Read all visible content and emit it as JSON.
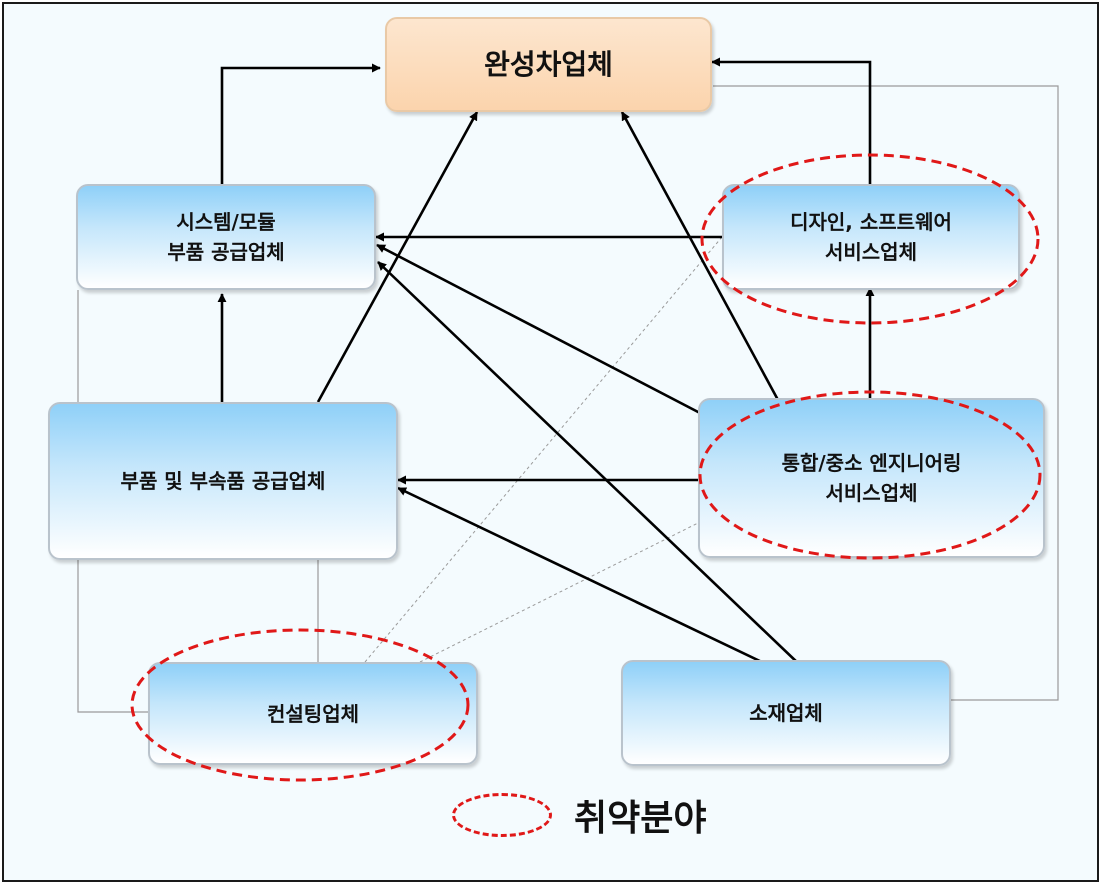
{
  "nodes": {
    "oem": "완성차업체",
    "system_module": "시스템/모듈\n부품 공급업체",
    "design_software": "디자인, 소프트웨어\n서비스업체",
    "parts": "부품 및 부속품 공급업체",
    "integrated_engineering": "통합/중소 엔지니어링\n서비스업체",
    "consulting": "컨설팅업체",
    "materials": "소재업체"
  },
  "legend": {
    "label": "취약분야"
  },
  "colors": {
    "box_blue": "#8fd0f8",
    "box_orange": "#fbd4ad",
    "weak_area_ellipse": "#e01818",
    "arrow": "#000000"
  }
}
